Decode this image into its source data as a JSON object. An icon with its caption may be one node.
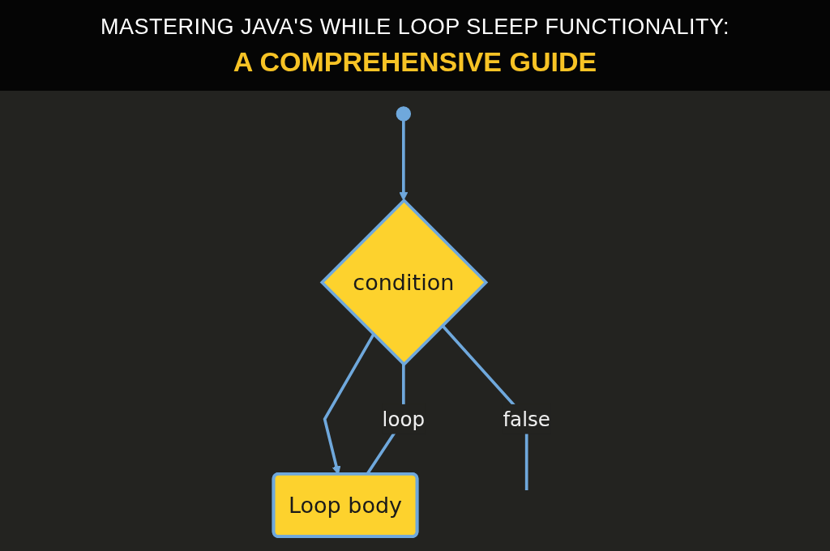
{
  "diagram": {
    "title": "MASTERING JAVA'S WHILE LOOP SLEEP FUNCTIONALITY:",
    "caption": "A COMPREHENSIVE GUIDE",
    "nodes": [
      {
        "text": [],
        "shape": "circle"
      },
      {
        "text": [
          "condition"
        ]
      },
      {
        "text": [
          "Loop body"
        ]
      }
    ],
    "edges": [
      {
        "from": 0,
        "to": 1,
        "arrow": "to"
      },
      {
        "from": 1,
        "to": 2,
        "arrow": "to"
      },
      {
        "from": 2,
        "to": 1,
        "arrow": "none",
        "label": "loop"
      },
      {
        "from": 1,
        "to": null,
        "arrow": "none",
        "label": "false"
      }
    ]
  }
}
